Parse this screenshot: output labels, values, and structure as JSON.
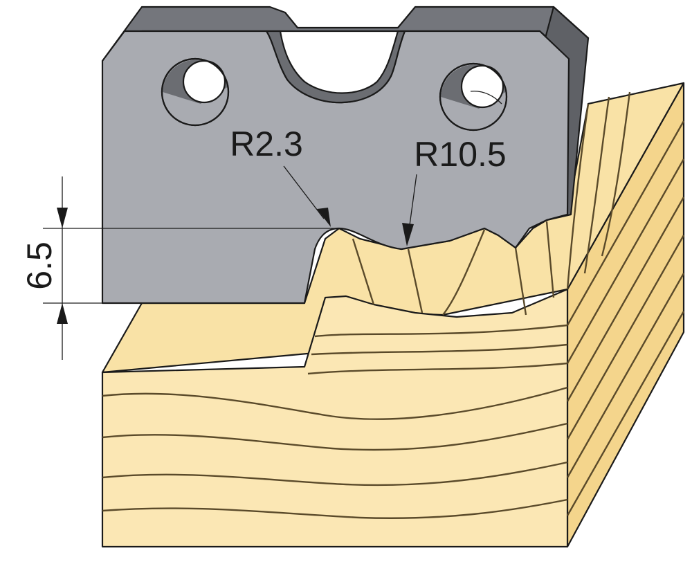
{
  "diagram": {
    "labels": {
      "radius_small": "R2.3",
      "radius_large": "R10.5",
      "depth": "6.5"
    },
    "colors": {
      "blade_face": "#a9abb1",
      "blade_top": "#74767c",
      "blade_side": "#5f6166",
      "blade_hole_shadow": "#6b6d72",
      "wood_light": "#fbe7b4",
      "wood_mid": "#f4d58c",
      "wood_dark": "#ecc66a",
      "grain_line": "#5a4a2a",
      "ink": "#1a1a1a"
    },
    "components": [
      "profile-knife-blade",
      "wood-workpiece",
      "dimension-callouts"
    ]
  }
}
